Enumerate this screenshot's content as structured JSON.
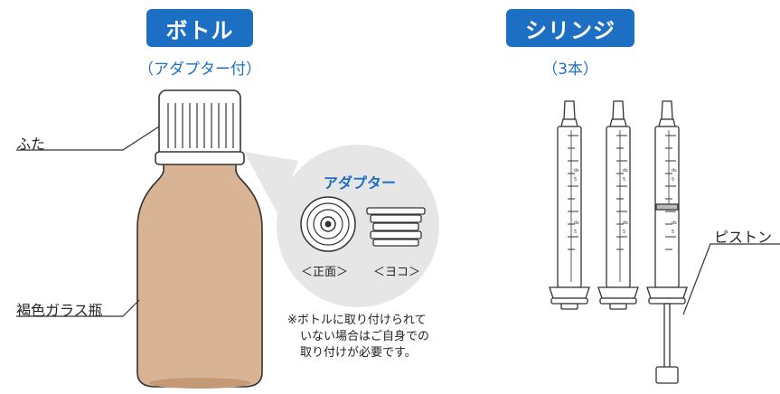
{
  "bottle": {
    "title": "ボトル",
    "subtitle": "（アダプター付）"
  },
  "syringe": {
    "title": "シリンジ",
    "subtitle": "（3本）"
  },
  "labels": {
    "cap": "ふた",
    "glass": "褐色ガラス瓶",
    "piston": "ピストン"
  },
  "adapter": {
    "title": "アダプター",
    "front": "＜正面＞",
    "side": "＜ヨコ＞",
    "note": [
      "※ボトルに取り付けられて",
      "いない場合はご自身での",
      "取り付けが必要です。"
    ]
  },
  "syringe_marks": [
    "ds",
    "5",
    "ds",
    "5"
  ],
  "colors": {
    "accent": "#1d6fc4",
    "bottle": "#d9b494",
    "adapter_bubble": "#e6e6e6",
    "line": "#333333"
  }
}
